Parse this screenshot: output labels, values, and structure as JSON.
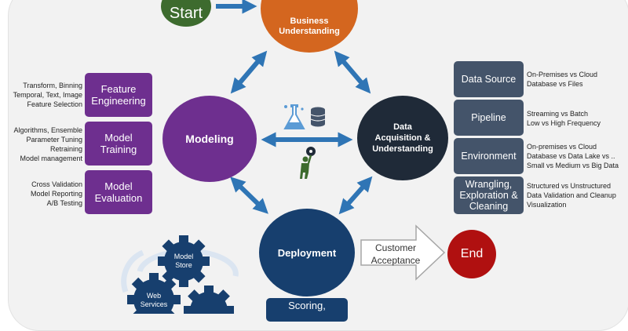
{
  "nodes": {
    "start": "Start",
    "business": [
      "Business",
      "Understanding"
    ],
    "modeling": "Modeling",
    "data": [
      "Data",
      "Acquisition &",
      "Understanding"
    ],
    "deployment": "Deployment",
    "end": "End"
  },
  "modeling_steps": [
    {
      "box": [
        "Feature",
        "Engineering"
      ],
      "notes": [
        "Transform, Binning",
        "Temporal, Text, Image",
        "Feature Selection"
      ]
    },
    {
      "box": [
        "Model",
        "Training"
      ],
      "notes": [
        "Algorithms, Ensemble",
        "Parameter Tuning",
        "Retraining",
        "Model management"
      ]
    },
    {
      "box": [
        "Model",
        "Evaluation"
      ],
      "notes": [
        "Cross Validation",
        "Model Reporting",
        "A/B Testing"
      ]
    }
  ],
  "data_steps": [
    {
      "box": [
        "Data Source"
      ],
      "notes": [
        "On-Premises vs Cloud",
        "Database vs Files"
      ]
    },
    {
      "box": [
        "Pipeline"
      ],
      "notes": [
        "Streaming vs Batch",
        "Low vs High Frequency"
      ]
    },
    {
      "box": [
        "Environment"
      ],
      "notes": [
        "On-premises vs Cloud",
        "Database vs Data Lake  vs ..",
        "Small vs Medium vs Big Data"
      ]
    },
    {
      "box": [
        "Wrangling,",
        "Exploration &",
        "Cleaning"
      ],
      "notes": [
        "Structured vs Unstructured",
        "Data Validation and Cleanup",
        "Visualization"
      ]
    }
  ],
  "customer_acceptance": [
    "Customer",
    "Acceptance"
  ],
  "scoring_label": "Scoring,",
  "gears": {
    "model_store": [
      "Model",
      "Store"
    ],
    "web_services": [
      "Web",
      "Services"
    ]
  },
  "icons": [
    "flask-icon",
    "database-icon",
    "gear-icon",
    "person-icon"
  ],
  "colors": {
    "start": "#3d6b2e",
    "business": "#d4661f",
    "modeling": "#6e2f8f",
    "data": "#1f2a38",
    "deployment": "#173f6e",
    "end": "#b01010",
    "data_boxes": "#44546a",
    "arrows": "#2f75b5",
    "tool_icon": "#5b9bd5"
  }
}
